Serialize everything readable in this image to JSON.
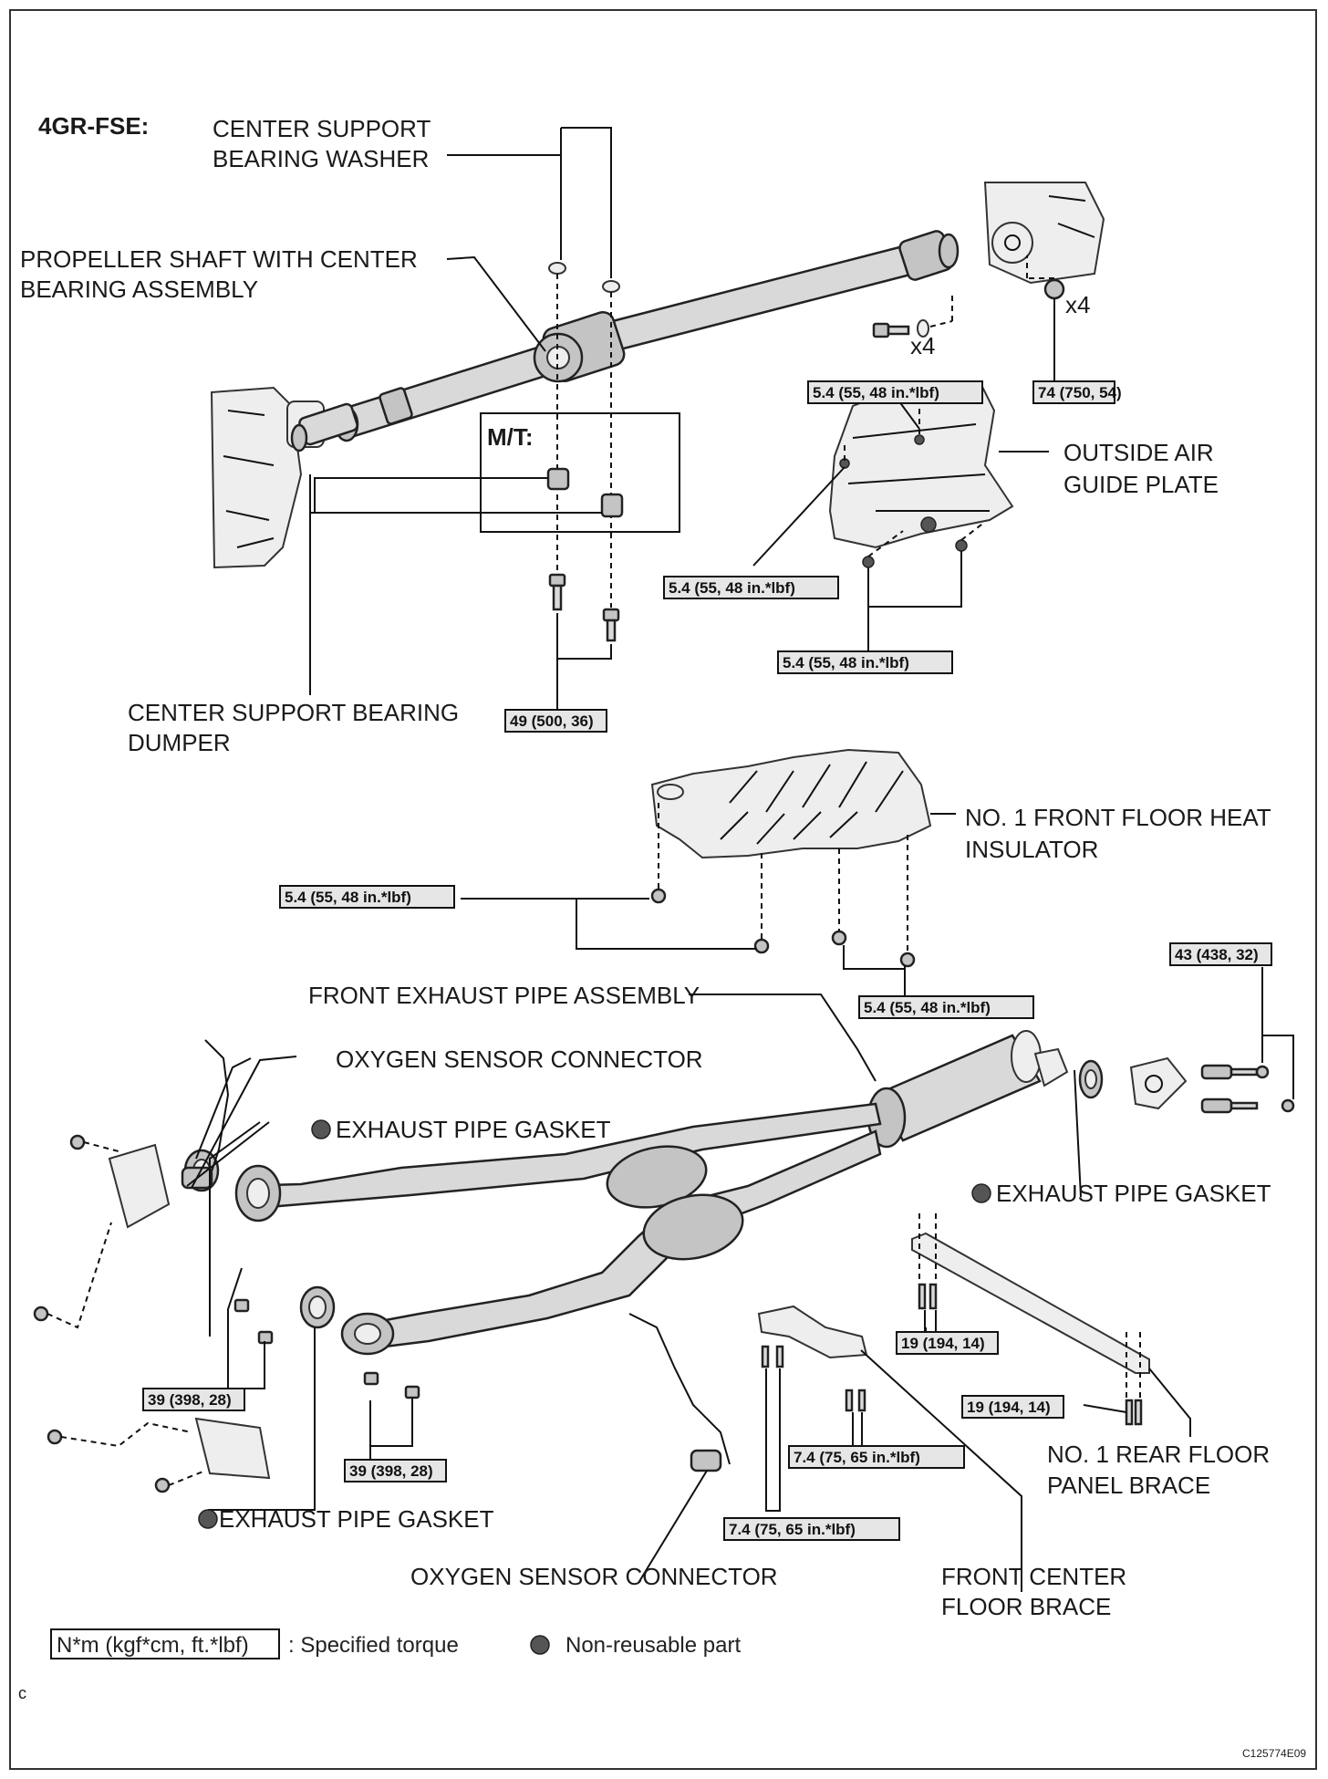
{
  "header": {
    "engine": "4GR-FSE:"
  },
  "labels": {
    "washer": [
      "CENTER SUPPORT",
      "BEARING WASHER"
    ],
    "shaft": [
      "PROPELLER SHAFT WITH CENTER",
      "BEARING ASSEMBLY"
    ],
    "mt": "M/T:",
    "dumper": [
      "CENTER SUPPORT BEARING",
      "DUMPER"
    ],
    "air_guide": [
      "OUTSIDE AIR",
      "GUIDE PLATE"
    ],
    "heat_insulator": [
      "NO. 1 FRONT FLOOR HEAT",
      "INSULATOR"
    ],
    "front_exhaust": "FRONT EXHAUST PIPE ASSEMBLY",
    "o2_top": "OXYGEN SENSOR CONNECTOR",
    "gasket_top": "EXHAUST PIPE GASKET",
    "gasket_right": "EXHAUST PIPE GASKET",
    "gasket_bottom": "EXHAUST PIPE GASKET",
    "o2_bottom": "OXYGEN SENSOR CONNECTOR",
    "center_brace": [
      "FRONT CENTER",
      "FLOOR BRACE"
    ],
    "rear_brace": [
      "NO. 1 REAR FLOOR",
      "PANEL BRACE"
    ],
    "x4_a": "x4",
    "x4_b": "x4"
  },
  "torques": {
    "t_74": "74 (750, 54)",
    "t_54_a": "5.4 (55, 48 in.*lbf)",
    "t_54_b": "5.4 (55, 48 in.*lbf)",
    "t_54_c": "5.4 (55, 48 in.*lbf)",
    "t_49": "49 (500, 36)",
    "t_54_d": "5.4 (55, 48 in.*lbf)",
    "t_54_e": "5.4 (55, 48 in.*lbf)",
    "t_43": "43 (438, 32)",
    "t_39_a": "39 (398, 28)",
    "t_39_b": "39 (398, 28)",
    "t_19_a": "19 (194, 14)",
    "t_19_b": "19 (194, 14)",
    "t_74_a": "7.4 (75, 65 in.*lbf)",
    "t_74_b": "7.4 (75, 65 in.*lbf)"
  },
  "legend": {
    "torque_box": "N*m (kgf*cm, ft.*lbf)",
    "torque_text": ": Specified torque",
    "nonreusable": "Non-reusable part"
  },
  "footer": {
    "corner_mark": "c",
    "code": "C125774E09"
  }
}
